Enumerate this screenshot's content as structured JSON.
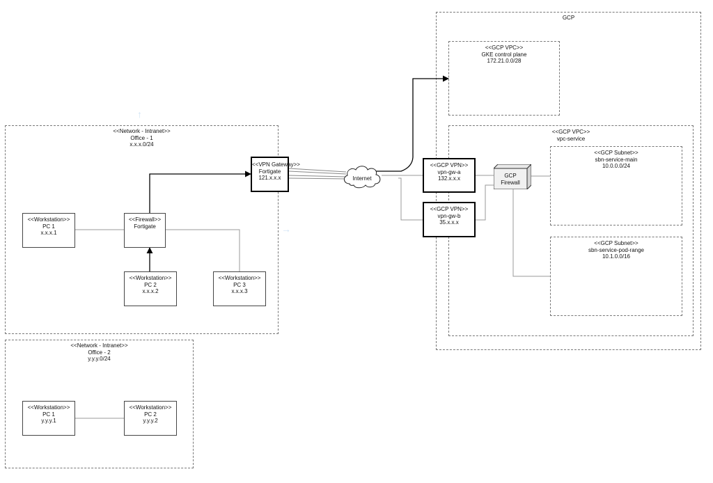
{
  "gcp": {
    "title": "GCP",
    "gke_vpc": {
      "stereotype": "<<GCP VPC>>",
      "name": "GKE control plane",
      "cidr": "172.21.0.0/28"
    },
    "vpc_service": {
      "stereotype": "<<GCP VPC>>",
      "name": "vpc-service",
      "vpn_a": {
        "stereotype": "<<GCP VPN>>",
        "name": "vpn-gw-a",
        "ip": "132.x.x.x"
      },
      "vpn_b": {
        "stereotype": "<<GCP VPN>>",
        "name": "vpn-gw-b",
        "ip": "35.x.x.x"
      },
      "firewall": {
        "line1": "GCP",
        "line2": "Firewall"
      },
      "subnet_main": {
        "stereotype": "<<GCP Subnet>>",
        "name": "sbn-service-main",
        "cidr": "10.0.0.0/24"
      },
      "subnet_pod": {
        "stereotype": "<<GCP Subnet>>",
        "name": "sbn-service-pod-range",
        "cidr": "10.1.0.0/16"
      }
    }
  },
  "internet": {
    "label": "Internet"
  },
  "office1": {
    "stereotype": "<<Network - Intranet>>",
    "name": "Office - 1",
    "cidr": "x.x.x.0/24",
    "vpn_gateway": {
      "stereotype": "<<VPN Gateway>>",
      "name": "Fortigate",
      "ip": "121.x.x.x"
    },
    "firewall": {
      "stereotype": "<<Firewall>>",
      "name": "Fortigate"
    },
    "pc1": {
      "stereotype": "<<Workstation>>",
      "name": "PC 1",
      "ip": "x.x.x.1"
    },
    "pc2": {
      "stereotype": "<<Workstation>>",
      "name": "PC 2",
      "ip": "x.x.x.2"
    },
    "pc3": {
      "stereotype": "<<Workstation>>",
      "name": "PC 3",
      "ip": "x.x.x.3"
    }
  },
  "office2": {
    "stereotype": "<<Network - Intranet>>",
    "name": "Office - 2",
    "cidr": "y.y.y.0/24",
    "pc1": {
      "stereotype": "<<Workstation>>",
      "name": "PC 1",
      "ip": "y.y.y.1"
    },
    "pc2": {
      "stereotype": "<<Workstation>>",
      "name": "PC 2",
      "ip": "y.y.y.2"
    }
  },
  "icons": {
    "arrow_up": "arrow-up-icon",
    "arrow_right": "arrow-right-icon",
    "cloud": "cloud-icon",
    "firewall": "firewall-3d-icon"
  }
}
